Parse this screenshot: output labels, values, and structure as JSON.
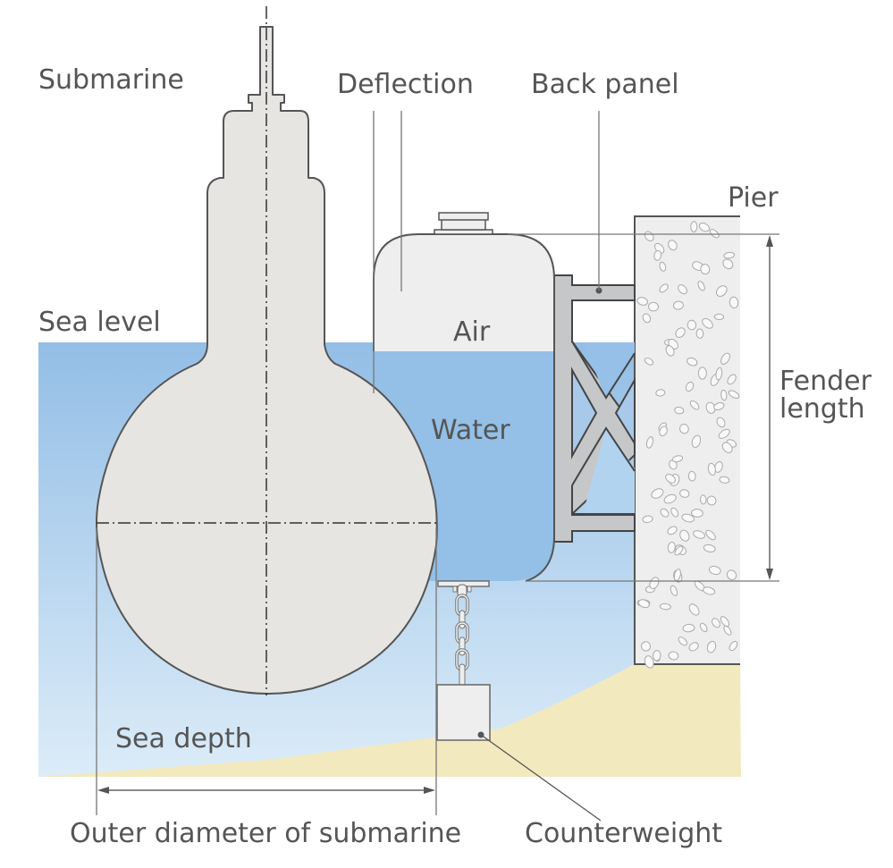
{
  "labels": {
    "submarine": "Submarine",
    "deflection": "Deflection",
    "back_panel": "Back panel",
    "pier": "Pier",
    "sea_level": "Sea level",
    "air": "Air",
    "water": "Water",
    "fender_length_line1": "Fender",
    "fender_length_line2": "length",
    "sea_depth": "Sea depth",
    "outer_diameter": "Outer diameter of submarine",
    "counterweight": "Counterweight"
  },
  "colors": {
    "sea_top": "#93bee6",
    "sea_bottom": "#dcecf8",
    "fender_water": "#94bfe6",
    "fender_air": "#eeeeee",
    "submarine_fill": "#e6e5e2",
    "outline": "#555555",
    "frame_fill": "#c6c7c9",
    "pier_fill": "#eeeeee",
    "sand": "#f3e9bf",
    "text": "#555555"
  }
}
